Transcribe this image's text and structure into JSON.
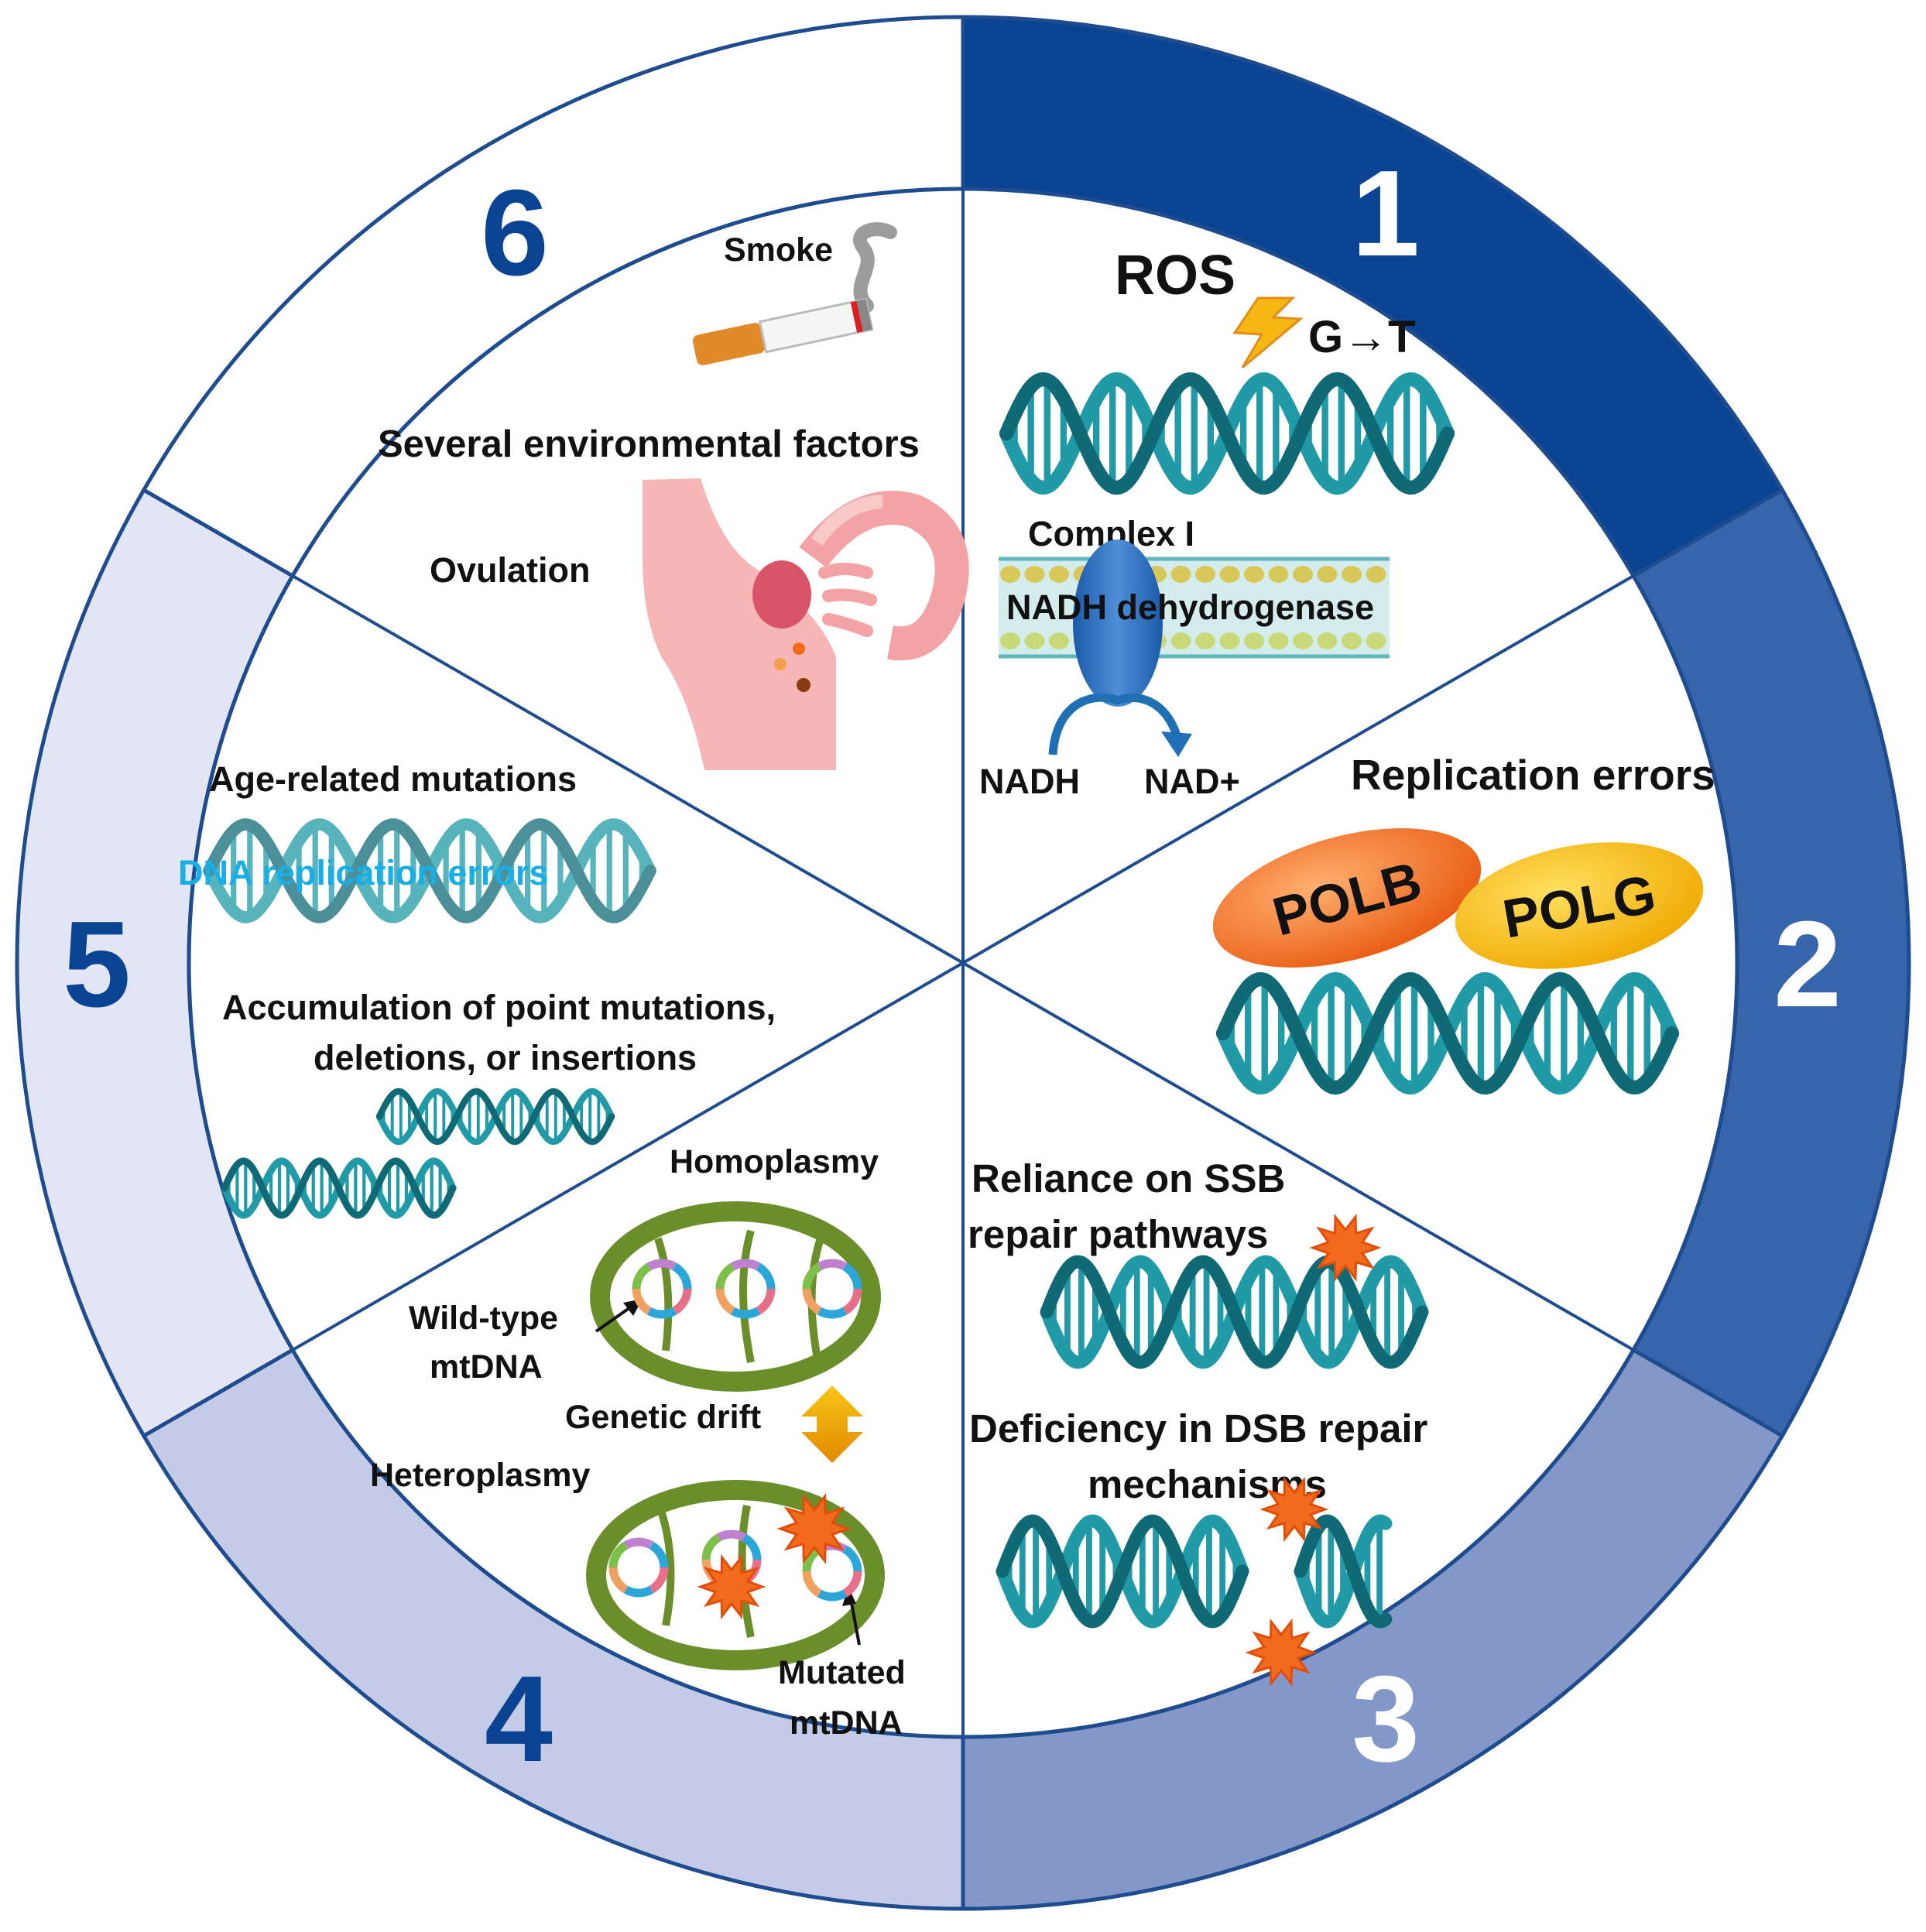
{
  "colors": {
    "seg1": "#0b4393",
    "seg2": "#3765ab",
    "seg3": "#8397c8",
    "seg4": "#c4cbe6",
    "seg5": "#e2e5f3",
    "seg6": "#ffffff",
    "outline": "#1f4b8f",
    "dna": "#1f9aa6",
    "dna_dark": "#0f6a76",
    "text": "#111111",
    "cyan_text": "#1aaee6",
    "orange": "#f37021",
    "yellow": "#f6b712",
    "burst": "#f26a1b",
    "mito": "#6a8f2a"
  },
  "segment_numbers": [
    "1",
    "2",
    "3",
    "4",
    "5",
    "6"
  ],
  "seg1": {
    "ros": "ROS",
    "mutation": "G→T",
    "complex_label": "Complex I",
    "enzyme_label": "NADH dehydrogenase",
    "nadh": "NADH",
    "nad_plus": "NAD+"
  },
  "seg2": {
    "title": "Replication errors",
    "enzyme_a": "POLB",
    "enzyme_b": "POLG"
  },
  "seg3": {
    "ssb_line1": "Reliance on SSB",
    "ssb_line2": "repair pathways",
    "dsb_line1": "Deficiency in DSB repair",
    "dsb_line2": "mechanisms"
  },
  "seg4": {
    "homoplasmy": "Homoplasmy",
    "wild_type_line1": "Wild-type",
    "wild_type_line2": "mtDNA",
    "genetic_drift": "Genetic drift",
    "heteroplasmy": "Heteroplasmy",
    "mutated_line1": "Mutated",
    "mutated_line2": "mtDNA"
  },
  "seg5": {
    "age_title": "Age-related mutations",
    "dna_errors": "DNA replication errors",
    "accum_line1": "Accumulation of point mutations,",
    "accum_line2": "deletions, or insertions"
  },
  "seg6": {
    "smoke": "Smoke",
    "env_factors": "Several environmental factors",
    "ovulation": "Ovulation"
  },
  "icons": [
    "lightning-icon",
    "cigarette-icon",
    "uterus-icon",
    "membrane-icon",
    "enzyme-icon",
    "mitochondrion-icon",
    "burst-icon",
    "arrow-icon",
    "double-arrow-icon",
    "dna-helix-icon"
  ]
}
